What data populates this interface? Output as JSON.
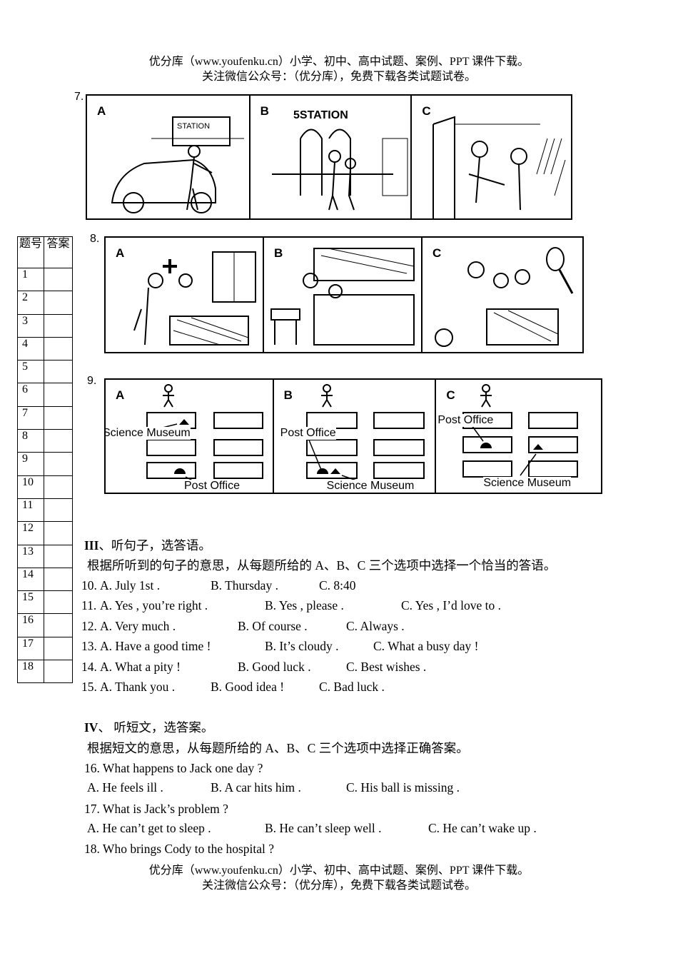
{
  "header": {
    "line1": "优分库（www.youfenku.cn）小学、初中、高中试题、案例、PPT 课件下载。",
    "line2": "关注微信公众号：（优分库），免费下载各类试题试卷。"
  },
  "footer": {
    "line1": "优分库（www.youfenku.cn）小学、初中、高中试题、案例、PPT 课件下载。",
    "line2": "关注微信公众号：（优分库），免费下载各类试题试卷。"
  },
  "picture_questions": [
    {
      "number": "7.",
      "panels": [
        "A",
        "B",
        "C"
      ],
      "station_signs": [
        "STATION",
        "5STATION"
      ]
    },
    {
      "number": "8.",
      "panels": [
        "A",
        "B",
        "C"
      ]
    },
    {
      "number": "9.",
      "panels": [
        "A",
        "B",
        "C"
      ],
      "labels": {
        "a_top": "Science Museum",
        "a_bottom": "Post Office",
        "b_top": "Post Office",
        "b_bottom": "Science Museum",
        "c_top": "Post Office",
        "c_bottom": "Science Museum"
      }
    }
  ],
  "answer_sheet": {
    "header_col1": "题号",
    "header_col2": "答案",
    "rows": [
      "1",
      "2",
      "3",
      "4",
      "5",
      "6",
      "7",
      "8",
      "9",
      "10",
      "11",
      "12",
      "13",
      "14",
      "15",
      "16",
      "17",
      "18"
    ]
  },
  "section3": {
    "title_roman": "III",
    "title_rest": "、听句子，选答语。",
    "instruction": "根据所听到的句子的意思，从每题所给的 A、B、C 三个选项中选择一个恰当的答语。",
    "questions": [
      {
        "num": "10.",
        "a": "A. July 1st .",
        "b": "B. Thursday .",
        "c": "C. 8:40"
      },
      {
        "num": "11.",
        "a": "A. Yes , you’re right .",
        "b": "B. Yes , please .",
        "c": "C. Yes , I’d love to ."
      },
      {
        "num": "12.",
        "a": "A. Very much .",
        "b": "B. Of course .",
        "c": "C. Always ."
      },
      {
        "num": "13.",
        "a": "A. Have a good time !",
        "b": "B. It’s cloudy .",
        "c": "C. What a busy day !"
      },
      {
        "num": "14.",
        "a": "A. What a pity !",
        "b": "B. Good luck .",
        "c": "C. Best wishes ."
      },
      {
        "num": "15.",
        "a": "A. Thank you .",
        "b": "B. Good idea !",
        "c": "C. Bad luck ."
      }
    ]
  },
  "section4": {
    "title_roman": "IV",
    "title_rest": "、 听短文，选答案。",
    "instruction": "根据短文的意思，从每题所给的 A、B、C 三个选项中选择正确答案。",
    "q16": {
      "text": "16. What happens to Jack one day ?",
      "a": "A. He feels ill .",
      "b": "B. A car hits him .",
      "c": "C. His ball is missing ."
    },
    "q17": {
      "text": "17. What is Jack’s problem ?",
      "a": "A. He can’t get to sleep .",
      "b": "B. He can’t sleep well .",
      "c": "C. He can’t wake up ."
    },
    "q18": {
      "text": "18. Who brings Cody to the hospital ?"
    }
  }
}
